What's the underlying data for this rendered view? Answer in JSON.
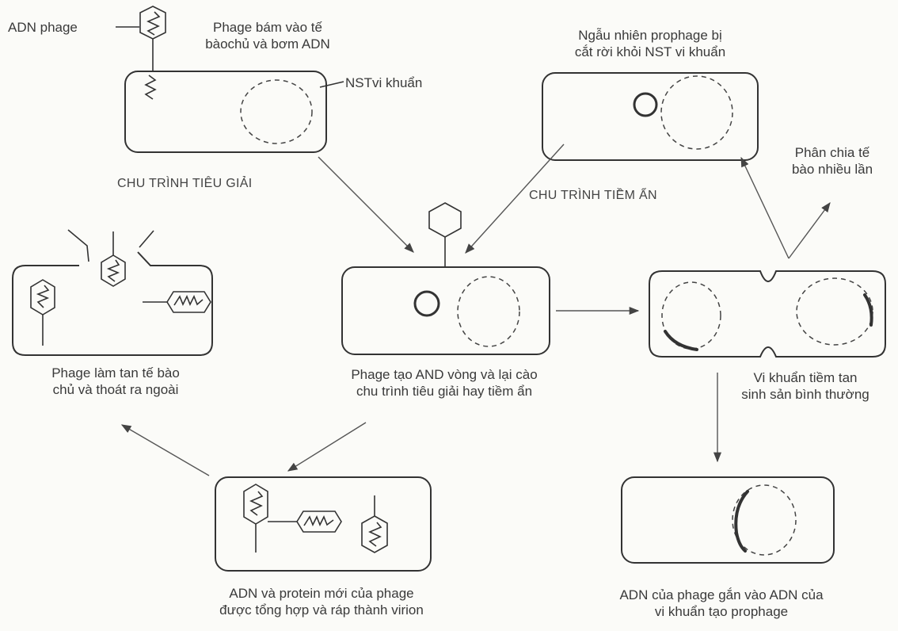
{
  "labels": {
    "adn_phage": "ADN phage",
    "phage_attach": "Phage bám vào tế\nbàochủ và bơm ADN",
    "nst": "NSTvi khuẩn",
    "prophage_excise": "Ngẫu nhiên prophage bị\ncắt rời khỏi NST vi khuẩn",
    "divide": "Phân chia tế\nbào nhiều lần",
    "lytic_cycle": "CHU TRÌNH TIÊU GIẢI",
    "lysogenic_cycle": "CHU TRÌNH TIỀM ẨN",
    "lysis": "Phage làm tan tế bào\nchủ và thoát ra ngoài",
    "circular_dna": "Phage tạo AND vòng và lại cào\nchu trình tiêu giải hay tiềm ẩn",
    "lysogen_reproduce": "Vi khuẩn tiềm tan\nsinh sản bình thường",
    "synthesis": "ADN và protein mới của phage\nđược tổng hợp và ráp thành virion",
    "integration": "ADN của phage gắn vào ADN của\nvi khuẩn tạo prophage"
  },
  "icons": {
    "phage": "phage-icon",
    "arrow": "arrow-icon",
    "cell": "bacterial-cell-icon"
  }
}
